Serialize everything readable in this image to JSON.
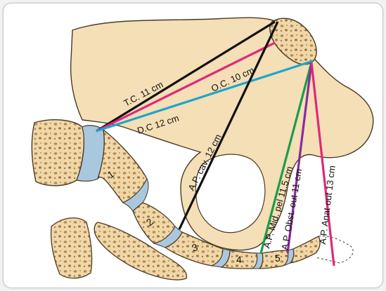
{
  "diagram": {
    "colors": {
      "bone": "#f4dfb6",
      "bone_outline": "#4a3a26",
      "cartilage": "#a9c8de",
      "marrow": "#c9a673",
      "black_line": "#111111",
      "magenta_line": "#e0287a",
      "cyan_line": "#1ba6cf",
      "green_line": "#1a9d4a",
      "purple_line": "#8a2c9a"
    },
    "measurements": {
      "tc": "T.C. 11 cm",
      "oc": "O.C. 10 cm",
      "dc": "D.C 12 cm",
      "ap_cav": "A.P. cav. 12 cm",
      "ap_mid": "A.P. Mid. pel 11.5 cm",
      "ap_obst": "A.P. Obst. out 11 cm",
      "ap_anat": "A.P. Anat out 13 cm"
    },
    "vertebra_numbers": [
      "1",
      "2",
      "3",
      "4",
      "5"
    ]
  }
}
